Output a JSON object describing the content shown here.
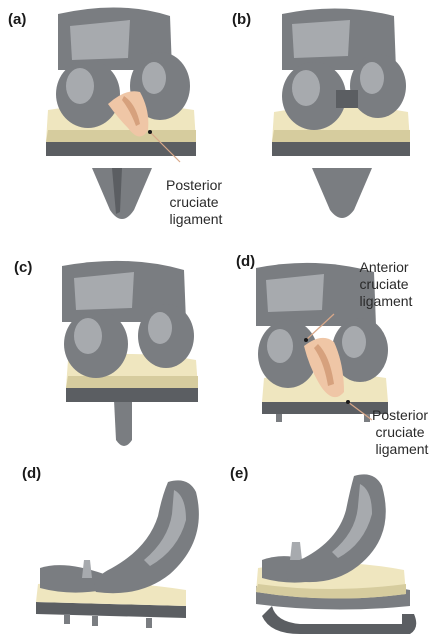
{
  "panels": [
    {
      "label": "(a)",
      "annotations": [
        {
          "text_lines": [
            "Posterior",
            "cruciate",
            "ligament"
          ]
        }
      ]
    },
    {
      "label": "(b)",
      "annotations": []
    },
    {
      "label": "(c)",
      "annotations": []
    },
    {
      "label": "(d)",
      "annotations": [
        {
          "text_lines": [
            "Anterior",
            "cruciate",
            "ligament"
          ]
        },
        {
          "text_lines": [
            "Posterior",
            "cruciate",
            "ligament"
          ]
        }
      ]
    },
    {
      "label": "(d)",
      "annotations": []
    },
    {
      "label": "(e)",
      "annotations": []
    }
  ],
  "colors": {
    "metal": "#7a7d81",
    "metal_dark": "#5b5e62",
    "metal_light": "#a7aaae",
    "polyethylene": "#efe6bf",
    "ligament": "#efc6a6"
  }
}
